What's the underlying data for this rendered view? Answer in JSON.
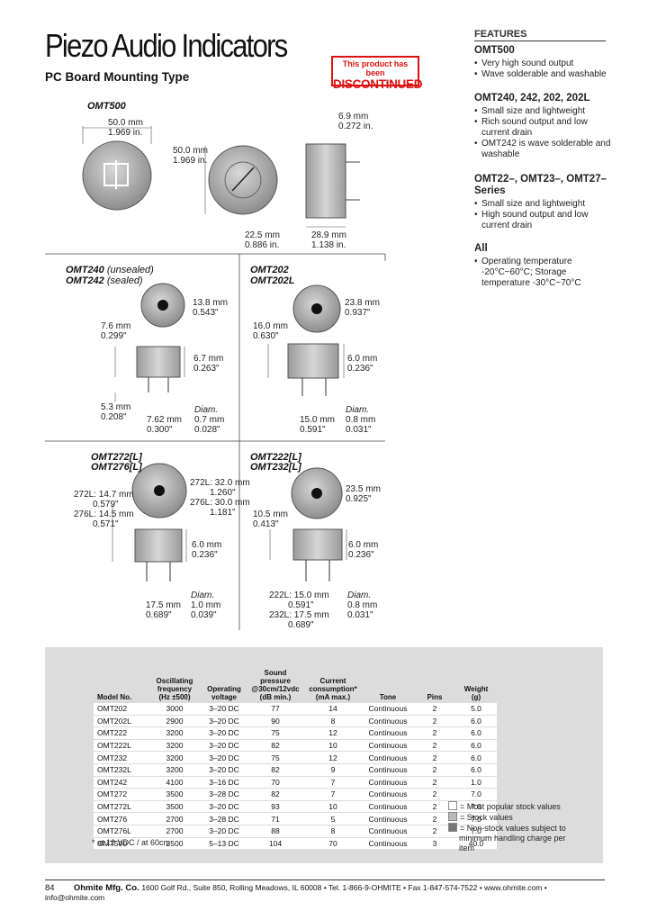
{
  "header": {
    "title": "Piezo Audio Indicators",
    "subtitle": "PC Board Mounting Type",
    "stamp_line1": "This product has been",
    "stamp_line2": "DISCONTINUED"
  },
  "features": {
    "heading": "FEATURES",
    "groups": [
      {
        "title": "OMT500",
        "items": [
          "Very high sound output",
          "Wave solderable and washable"
        ]
      },
      {
        "title": "OMT240, 242, 202, 202L",
        "items": [
          "Small size and lightweight",
          "Rich sound output and low current drain",
          "OMT242 is wave solderable and washable"
        ]
      },
      {
        "title": "OMT22–, OMT23–, OMT27– Series",
        "items": [
          "Small size and lightweight",
          "High sound output and low current drain"
        ]
      },
      {
        "title": "All",
        "items": [
          "Operating temperature -20°C~60°C; Storage temperature -30°C~70°C"
        ]
      }
    ]
  },
  "drawings": {
    "omt500": {
      "label": "OMT500",
      "dia_mm": "50.0 mm",
      "dia_in": "1.969 in.",
      "dia2_mm": "50.0 mm",
      "dia2_in": "1.969 in.",
      "hole_mm": "22.5 mm",
      "hole_in": "0.886 in.",
      "depth_mm": "6.9 mm",
      "depth_in": "0.272 in.",
      "width_mm": "28.9 mm",
      "width_in": "1.138 in."
    },
    "omt240": {
      "label1": "OMT240",
      "label1_suffix": "(unsealed)",
      "label2": "OMT242",
      "label2_suffix": "(sealed)",
      "dia_mm": "13.8 mm",
      "dia_in": "0.543\"",
      "h_mm": "7.6 mm",
      "h_in": "0.299\"",
      "body_mm": "6.7 mm",
      "body_in": "0.263\"",
      "lead_mm": "5.3 mm",
      "lead_in": "0.208\"",
      "pitch_mm": "7.62 mm",
      "pitch_in": "0.300\"",
      "diam_label": "Diam.",
      "pin_mm": "0.7 mm",
      "pin_in": "0.028\""
    },
    "omt202": {
      "label1": "OMT202",
      "label2": "OMT202L",
      "dia_mm": "23.8 mm",
      "dia_in": "0.937\"",
      "h_mm": "16.0 mm",
      "h_in": "0.630\"",
      "body_mm": "6.0 mm",
      "body_in": "0.236\"",
      "pitch_mm": "15.0 mm",
      "pitch_in": "0.591\"",
      "diam_label": "Diam.",
      "pin_mm": "0.8 mm",
      "pin_in": "0.031\""
    },
    "omt272": {
      "label1": "OMT272[L]",
      "label2": "OMT276[L]",
      "d1_mm": "272L: 32.0 mm",
      "d1_in": "1.260\"",
      "d2_mm": "276L: 30.0 mm",
      "d2_in": "1.181\"",
      "h1_mm": "272L: 14.7 mm",
      "h1_in": "0.579\"",
      "h2_mm": "276L: 14.5 mm",
      "h2_in": "0.571\"",
      "body_mm": "6.0 mm",
      "body_in": "0.236\"",
      "pitch_mm": "17.5 mm",
      "pitch_in": "0.689\"",
      "diam_label": "Diam.",
      "pin_mm": "1.0 mm",
      "pin_in": "0.039\""
    },
    "omt222": {
      "label1": "OMT222[L]",
      "label2": "OMT232[L]",
      "dia_mm": "23.5 mm",
      "dia_in": "0.925\"",
      "h_mm": "10.5 mm",
      "h_in": "0.413\"",
      "body_mm": "6.0 mm",
      "body_in": "0.236\"",
      "p1_mm": "222L: 15.0 mm",
      "p1_in": "0.591\"",
      "p2_mm": "232L: 17.5 mm",
      "p2_in": "0.689\"",
      "diam_label": "Diam.",
      "pin_mm": "0.8 mm",
      "pin_in": "0.031\""
    }
  },
  "table": {
    "headers": [
      "Model No.",
      "Oscillating frequency (Hz ±500)",
      "Operating voltage",
      "Sound pressure @30cm/12vdc (dB min.)",
      "Current consumption* (mA max.)",
      "Tone",
      "Pins",
      "Weight (g)"
    ],
    "rows": [
      [
        "OMT202",
        "3000",
        "3–20 DC",
        "77",
        "14",
        "Continuous",
        "2",
        "5.0"
      ],
      [
        "OMT202L",
        "2900",
        "3–20 DC",
        "90",
        "8",
        "Continuous",
        "2",
        "6.0"
      ],
      [
        "OMT222",
        "3200",
        "3–20 DC",
        "75",
        "12",
        "Continuous",
        "2",
        "6.0"
      ],
      [
        "OMT222L",
        "3200",
        "3–20 DC",
        "82",
        "10",
        "Continuous",
        "2",
        "6.0"
      ],
      [
        "OMT232",
        "3200",
        "3–20 DC",
        "75",
        "12",
        "Continuous",
        "2",
        "6.0"
      ],
      [
        "OMT232L",
        "3200",
        "3–20 DC",
        "82",
        "9",
        "Continuous",
        "2",
        "6.0"
      ],
      [
        "OMT242",
        "4100",
        "3–16 DC",
        "70",
        "7",
        "Continuous",
        "2",
        "1.0"
      ],
      [
        "OMT272",
        "3500",
        "3–28 DC",
        "82",
        "7",
        "Continuous",
        "2",
        "7.0"
      ],
      [
        "OMT272L",
        "3500",
        "3–20 DC",
        "93",
        "10",
        "Continuous",
        "2",
        "7.0"
      ],
      [
        "OMT276",
        "2700",
        "3–28 DC",
        "71",
        "5",
        "Continuous",
        "2",
        "7.0"
      ],
      [
        "OMT276L",
        "2700",
        "3–20 DC",
        "88",
        "8",
        "Continuous",
        "2",
        "7.0"
      ],
      [
        "OMT500",
        "2500",
        "5–13 DC",
        "104",
        "70",
        "Continuous",
        "3",
        "40.0"
      ]
    ],
    "footnote": "* at 12 VDC / at 60cm",
    "legend": [
      "= Most popular stock values",
      "= Stock values",
      "= Non-stock values subject to minimum handling charge per item"
    ]
  },
  "footer": {
    "page": "84",
    "company": "Ohmite Mfg. Co.",
    "address": "1600 Golf Rd., Suite 850, Rolling Meadows, IL 60008 • Tel. 1-866-9-OHMITE • Fax 1-847-574-7522 • www.ohmite.com • info@ohmite.com"
  }
}
